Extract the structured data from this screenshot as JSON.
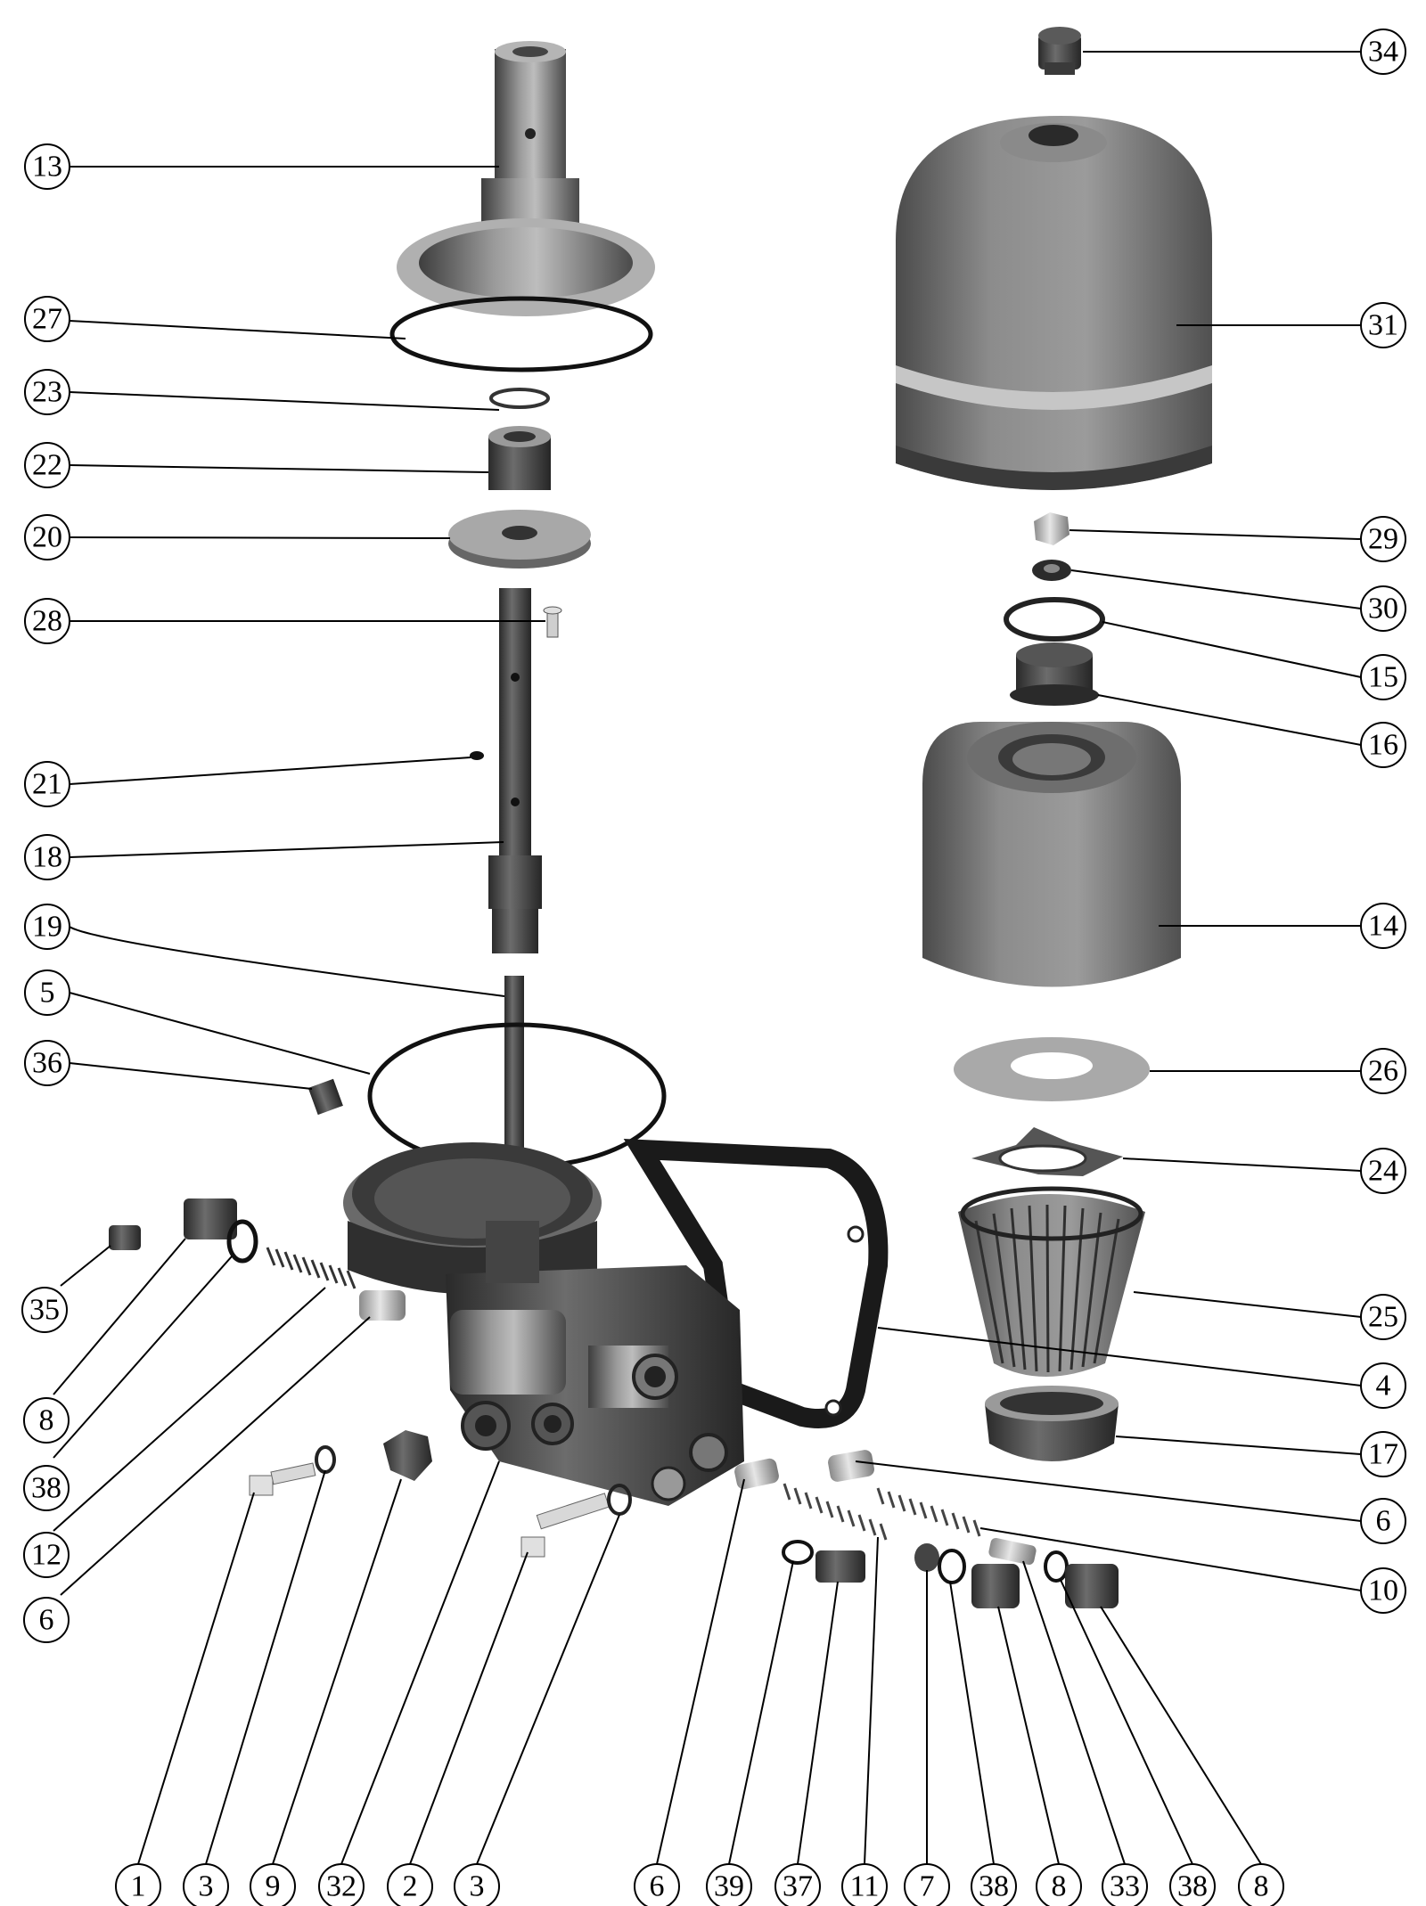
{
  "callouts": [
    {
      "id": "c13",
      "label": "13",
      "part": "pressure-shaft-top"
    },
    {
      "id": "c27",
      "label": "27",
      "part": "large-o-ring"
    },
    {
      "id": "c23",
      "label": "23",
      "part": "snap-ring-small"
    },
    {
      "id": "c22",
      "label": "22",
      "part": "bushing"
    },
    {
      "id": "c20",
      "label": "20",
      "part": "flange-plate"
    },
    {
      "id": "c28",
      "label": "28",
      "part": "screw"
    },
    {
      "id": "c21",
      "label": "21",
      "part": "pin"
    },
    {
      "id": "c18",
      "label": "18",
      "part": "rotor-shaft"
    },
    {
      "id": "c19",
      "label": "19",
      "part": "center-tube"
    },
    {
      "id": "c5",
      "label": "5",
      "part": "housing-o-ring"
    },
    {
      "id": "c36",
      "label": "36",
      "part": "small-plug"
    },
    {
      "id": "c35",
      "label": "35",
      "part": "plug"
    },
    {
      "id": "c8a",
      "label": "8",
      "part": "screw-plug"
    },
    {
      "id": "c38a",
      "label": "38",
      "part": "seal-ring"
    },
    {
      "id": "c12",
      "label": "12",
      "part": "spring"
    },
    {
      "id": "c6a",
      "label": "6",
      "part": "valve-piston"
    },
    {
      "id": "c34",
      "label": "34",
      "part": "cap-nut"
    },
    {
      "id": "c31",
      "label": "31",
      "part": "filter-cover"
    },
    {
      "id": "c29",
      "label": "29",
      "part": "hex-nut"
    },
    {
      "id": "c30",
      "label": "30",
      "part": "washer"
    },
    {
      "id": "c15",
      "label": "15",
      "part": "circlip"
    },
    {
      "id": "c16",
      "label": "16",
      "part": "bearing-bush"
    },
    {
      "id": "c14",
      "label": "14",
      "part": "rotor-bowl"
    },
    {
      "id": "c26",
      "label": "26",
      "part": "paper-insert"
    },
    {
      "id": "c24",
      "label": "24",
      "part": "separator-plate"
    },
    {
      "id": "c25",
      "label": "25",
      "part": "filter-cage"
    },
    {
      "id": "c4",
      "label": "4",
      "part": "gasket"
    },
    {
      "id": "c17",
      "label": "17",
      "part": "nozzle-holder"
    },
    {
      "id": "c6b",
      "label": "6",
      "part": "valve-piston"
    },
    {
      "id": "c10",
      "label": "10",
      "part": "spring"
    },
    {
      "id": "b1",
      "label": "1",
      "part": "bolt"
    },
    {
      "id": "b3a",
      "label": "3",
      "part": "washer"
    },
    {
      "id": "b9",
      "label": "9",
      "part": "hex-plug"
    },
    {
      "id": "b32",
      "label": "32",
      "part": "housing"
    },
    {
      "id": "b2",
      "label": "2",
      "part": "bolt"
    },
    {
      "id": "b3b",
      "label": "3",
      "part": "washer"
    },
    {
      "id": "b6",
      "label": "6",
      "part": "valve-piston"
    },
    {
      "id": "b39",
      "label": "39",
      "part": "o-ring"
    },
    {
      "id": "b37",
      "label": "37",
      "part": "plug"
    },
    {
      "id": "b11",
      "label": "11",
      "part": "spring"
    },
    {
      "id": "b7",
      "label": "7",
      "part": "ball"
    },
    {
      "id": "b38a",
      "label": "38",
      "part": "seal-ring"
    },
    {
      "id": "b8a",
      "label": "8",
      "part": "screw-plug"
    },
    {
      "id": "b33",
      "label": "33",
      "part": "piston"
    },
    {
      "id": "b38b",
      "label": "38",
      "part": "seal-ring"
    },
    {
      "id": "b8b",
      "label": "8",
      "part": "screw-plug"
    }
  ]
}
